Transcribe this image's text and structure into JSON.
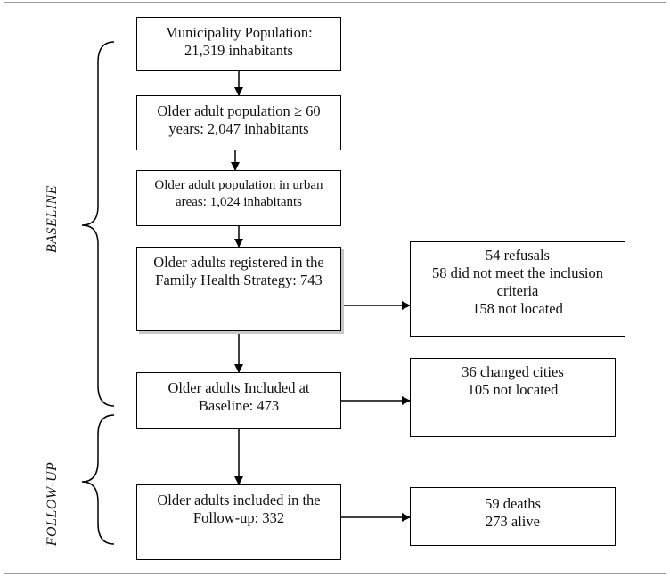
{
  "phases": {
    "baseline": "BASELINE",
    "follow_up": "FOLLOW-UP"
  },
  "flow": {
    "municipality": {
      "line1": "Municipality Population:",
      "line2": "21,319 inhabitants"
    },
    "older_adult_60": {
      "line1": "Older adult population ≥ 60",
      "line2": "years: 2,047 inhabitants"
    },
    "older_adult_urban": {
      "line1": "Older adult population in urban",
      "line2": "areas: 1,024 inhabitants"
    },
    "registered_fhs": {
      "line1": "Older adults registered in the",
      "line2": "Family Health Strategy: 743"
    },
    "included_baseline": {
      "line1": "Older adults Included at",
      "line2": "Baseline: 473"
    },
    "included_followup": {
      "line1": "Older adults included in the",
      "line2": "Follow-up: 332"
    }
  },
  "exclusions": {
    "registered": {
      "line1": "54 refusals",
      "line2": "58 did not meet the inclusion",
      "line3": "criteria",
      "line4": "158 not located"
    },
    "baseline_loss": {
      "line1": "36 changed cities",
      "line2": "105 not located"
    },
    "followup_outcome": {
      "line1": "59 deaths",
      "line2": "273 alive"
    }
  }
}
